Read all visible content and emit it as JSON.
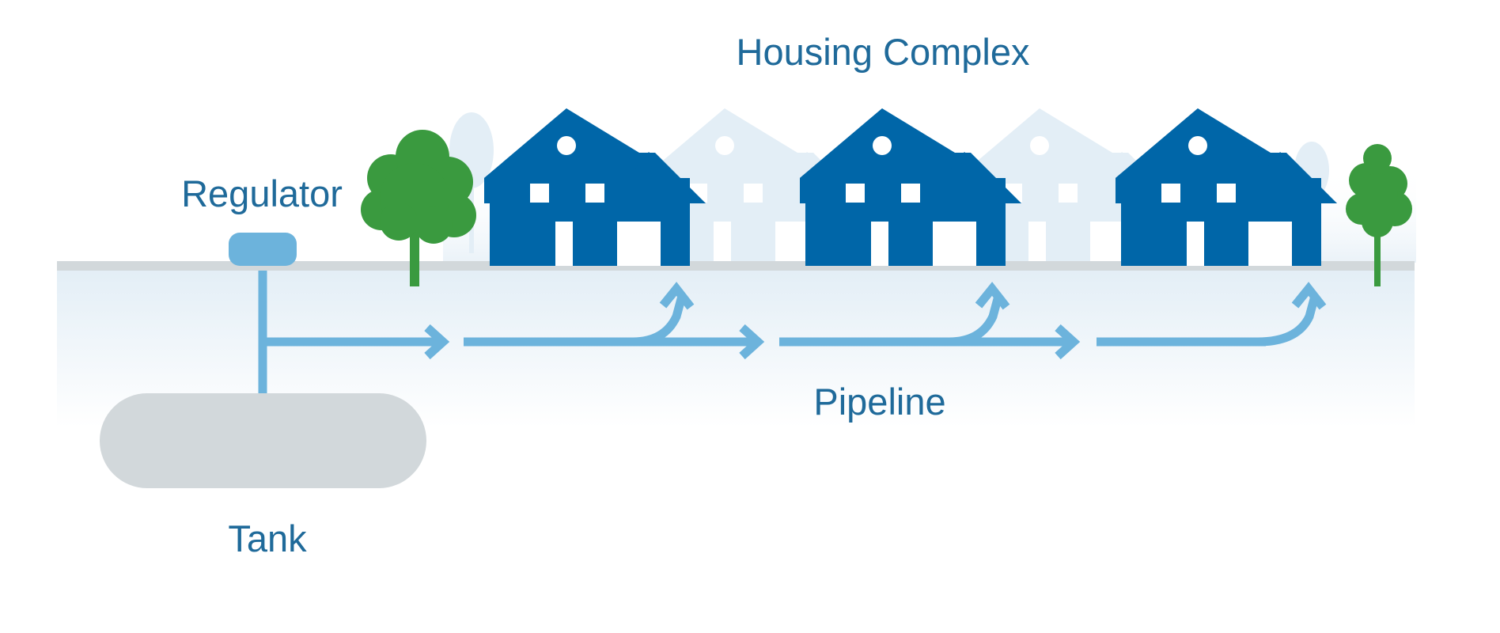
{
  "labels": {
    "housing": "Housing Complex",
    "regulator": "Regulator",
    "pipeline": "Pipeline",
    "tank": "Tank"
  },
  "colors": {
    "house": "#0066A8",
    "house_faded": "#E3EEF6",
    "pipe": "#6CB3DC",
    "ground": "#D2D8DB",
    "tank": "#D2D8DB",
    "tree": "#3A9A3F",
    "label": "#1F6A9A"
  },
  "icons": {
    "house": "house-icon",
    "tree": "tree-icon",
    "regulator": "regulator-icon",
    "tank": "tank-icon",
    "arrow": "arrow-right-icon"
  }
}
